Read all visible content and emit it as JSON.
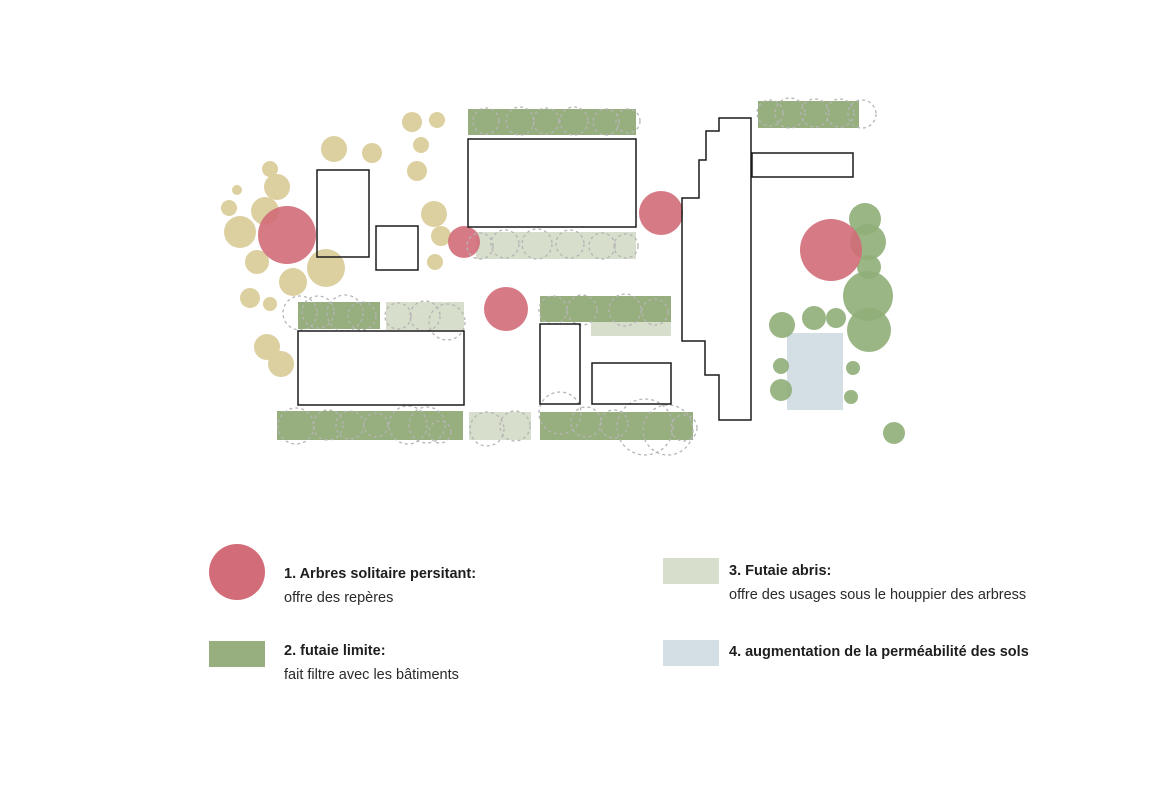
{
  "colors": {
    "red": "#d26c78",
    "limit_green": "#97ae7e",
    "shelter_green": "#d7decb",
    "permeable": "#d3dfe4",
    "tree_green": "#8fae78",
    "tree_beige": "#dccfa0",
    "building_stroke": "#1a1a1a",
    "dashed_circle": "#b5b5b5"
  },
  "legend": [
    {
      "swatch": "circle",
      "color_key": "red",
      "title": "1. Arbres solitaire persitant:",
      "description": "offre des repères"
    },
    {
      "swatch": "rect",
      "color_key": "limit_green",
      "title": "2. futaie limite:",
      "description": "fait filtre avec les bâtiments"
    },
    {
      "swatch": "rect",
      "color_key": "shelter_green",
      "title": "3. Futaie abris:",
      "description": "offre des usages sous le houppier des arbress"
    },
    {
      "swatch": "rect",
      "color_key": "permeable",
      "title": "4. augmentation de la perméabilité des sols",
      "description": ""
    }
  ]
}
